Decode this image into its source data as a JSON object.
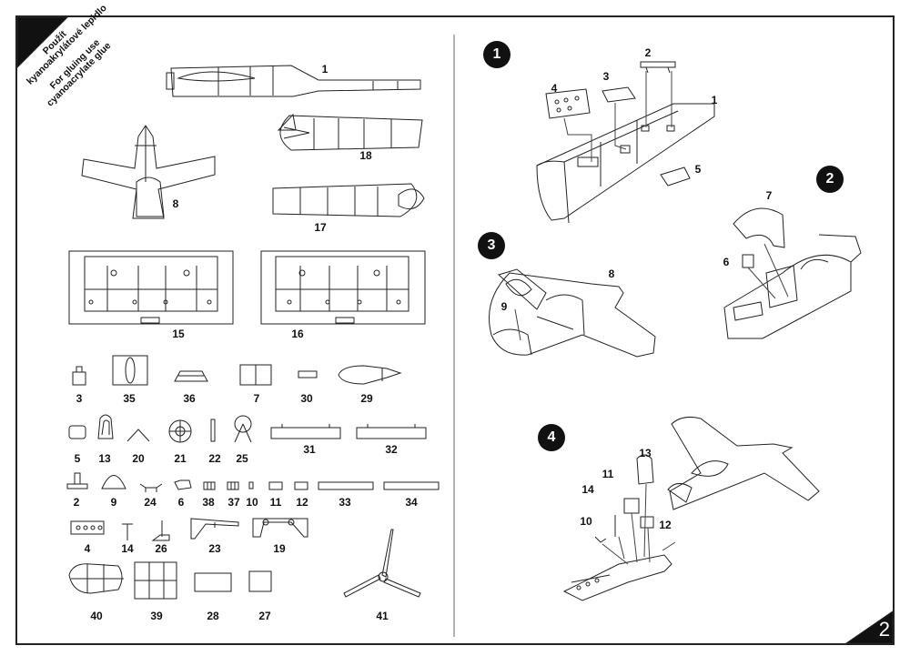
{
  "notice": {
    "cz_line1": "Použít",
    "cz_line2": "kyanoakrylátové lepidlo",
    "en_line1": "For gluing use",
    "en_line2": "cyanoacrylate glue"
  },
  "page_number": "2",
  "parts_labels": [
    "1",
    "18",
    "8",
    "17",
    "15",
    "16",
    "3",
    "35",
    "36",
    "7",
    "30",
    "29",
    "5",
    "13",
    "20",
    "21",
    "22",
    "25",
    "31",
    "32",
    "2",
    "9",
    "24",
    "6",
    "38",
    "37",
    "10",
    "11",
    "12",
    "33",
    "34",
    "4",
    "14",
    "26",
    "23",
    "19",
    "40",
    "39",
    "28",
    "27",
    "41"
  ],
  "steps": [
    {
      "number": "1",
      "callouts": [
        "1",
        "2",
        "3",
        "4",
        "5"
      ]
    },
    {
      "number": "2",
      "callouts": [
        "6",
        "7"
      ]
    },
    {
      "number": "3",
      "callouts": [
        "8",
        "9"
      ]
    },
    {
      "number": "4",
      "callouts": [
        "10",
        "11",
        "12",
        "13",
        "14"
      ]
    }
  ]
}
